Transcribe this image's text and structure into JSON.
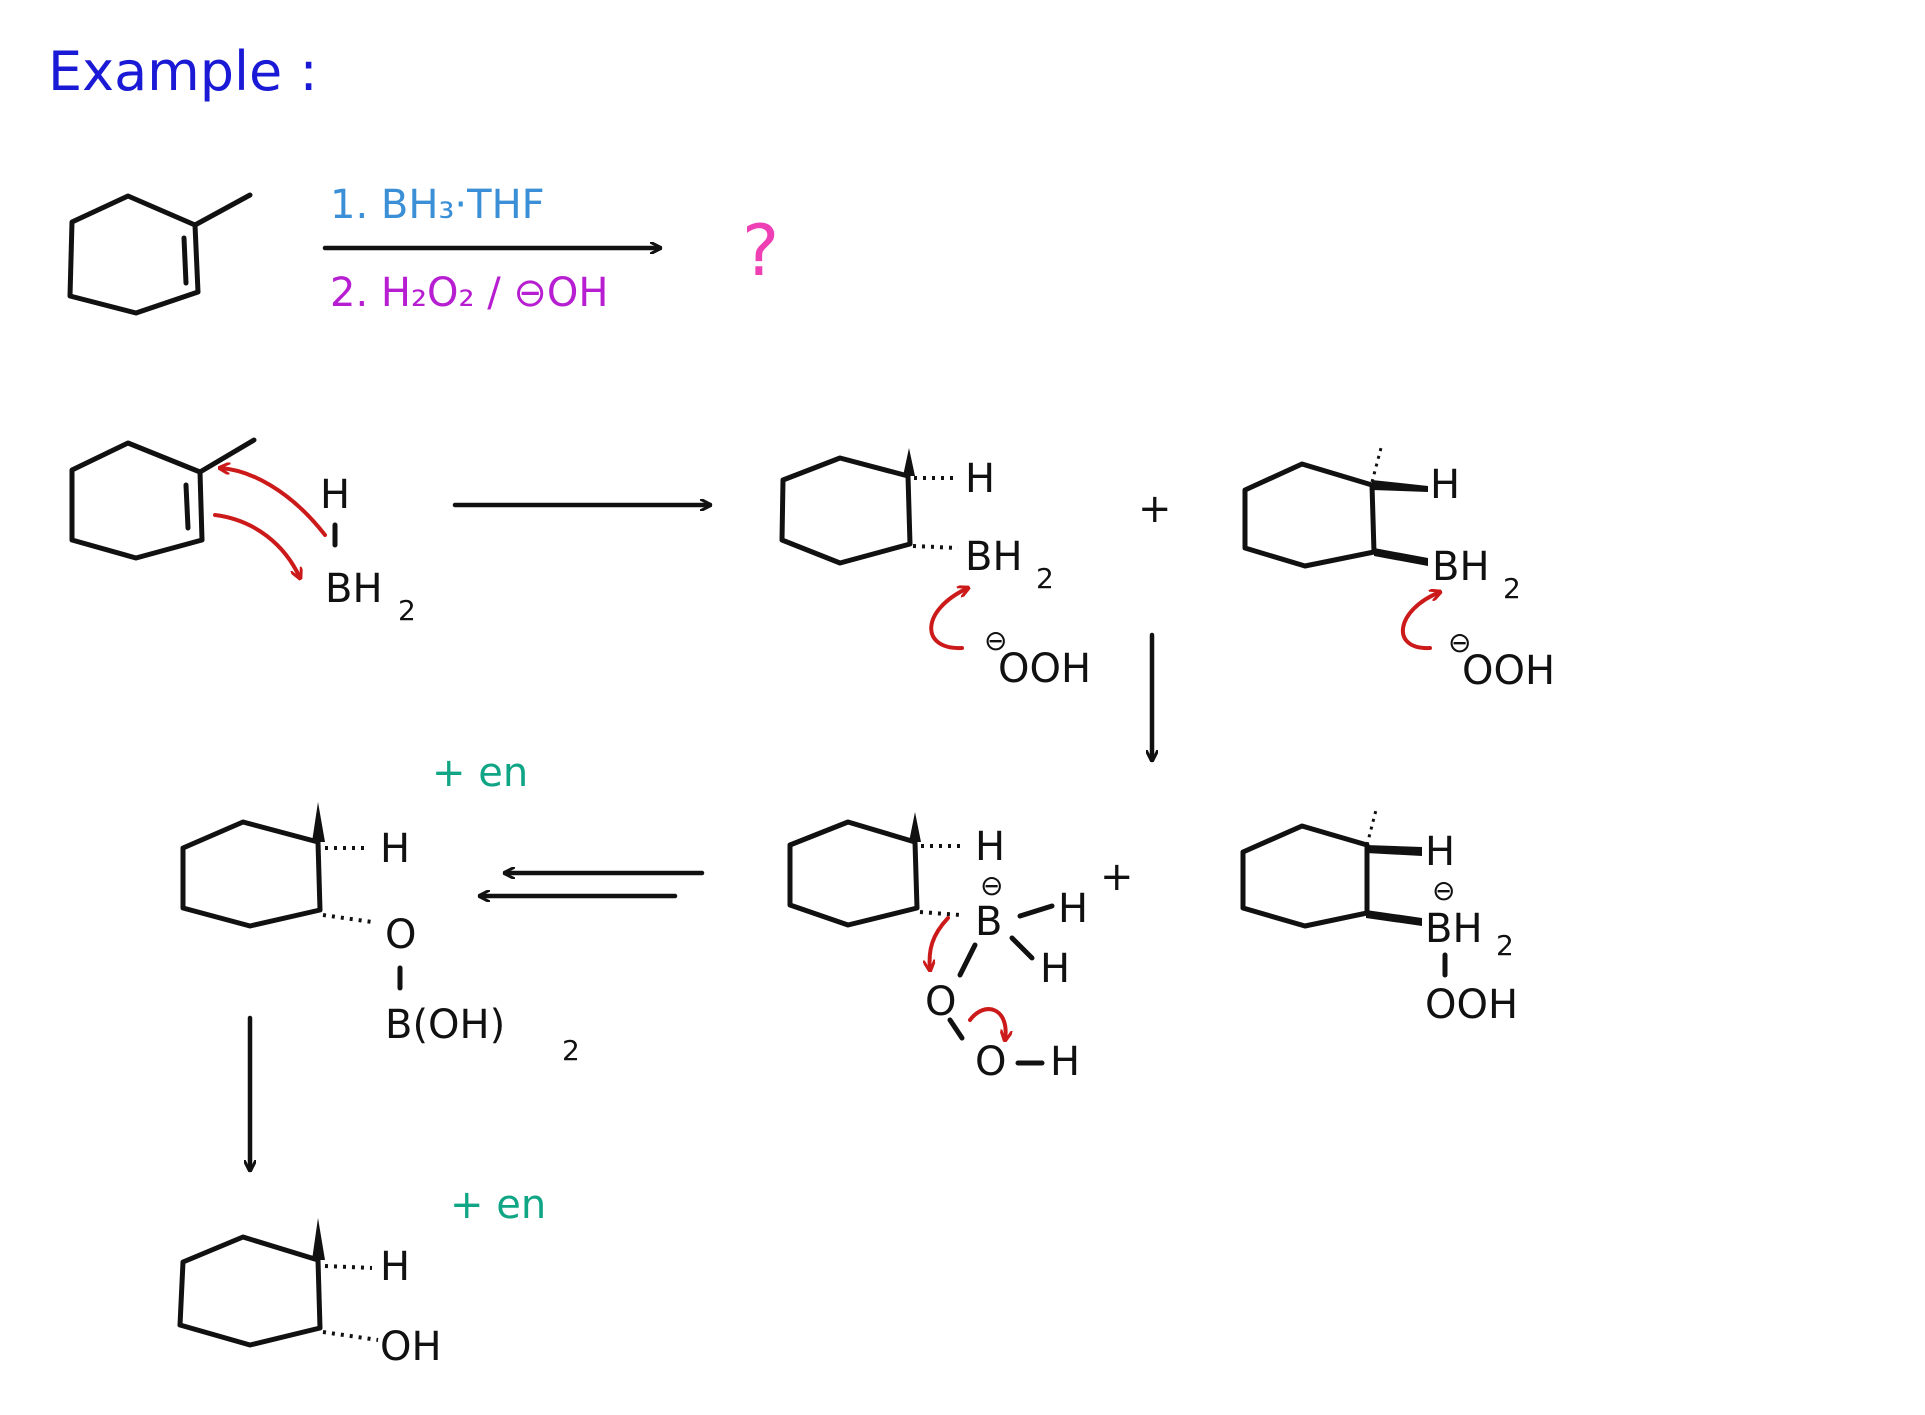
{
  "title": "Example :",
  "colors": {
    "title": "#1a1ad6",
    "reagent1": "#3a8fd6",
    "reagent2": "#b81ed1",
    "question": "#ee3fb5",
    "plus_en": "#10a585",
    "curly_arrow": "#cc1a1a",
    "ink": "#111111"
  },
  "reaction": {
    "reagent1": "1. BH₃·THF",
    "reagent2": "2. H₂O₂ / ⊖OH",
    "product": "?"
  },
  "step1": {
    "h": "H",
    "bh": "BH",
    "bh_sub": "2"
  },
  "intermediate_a": {
    "h": "H",
    "bh": "BH",
    "bh_sub": "2",
    "nuc": "OOH",
    "charge": "⊖"
  },
  "intermediate_b": {
    "h": "H",
    "bh": "BH",
    "bh_sub": "2",
    "nuc": "OOH",
    "charge": "⊖"
  },
  "plus": "+",
  "ate_a": {
    "h": "H",
    "b": "B",
    "bh1": "H",
    "bh2": "H",
    "o1": "O",
    "o2": "O",
    "oh": "H",
    "charge": "⊖"
  },
  "ate_b": {
    "h": "H",
    "bh": "BH",
    "bh_sub": "2",
    "ooh": "OOH",
    "charge": "⊖"
  },
  "borate": {
    "h": "H",
    "o": "O",
    "b": "B(OH)",
    "b_sub": "2",
    "plus_en": "+ en"
  },
  "alcohol": {
    "h": "H",
    "oh": "OH",
    "plus_en": "+ en"
  }
}
